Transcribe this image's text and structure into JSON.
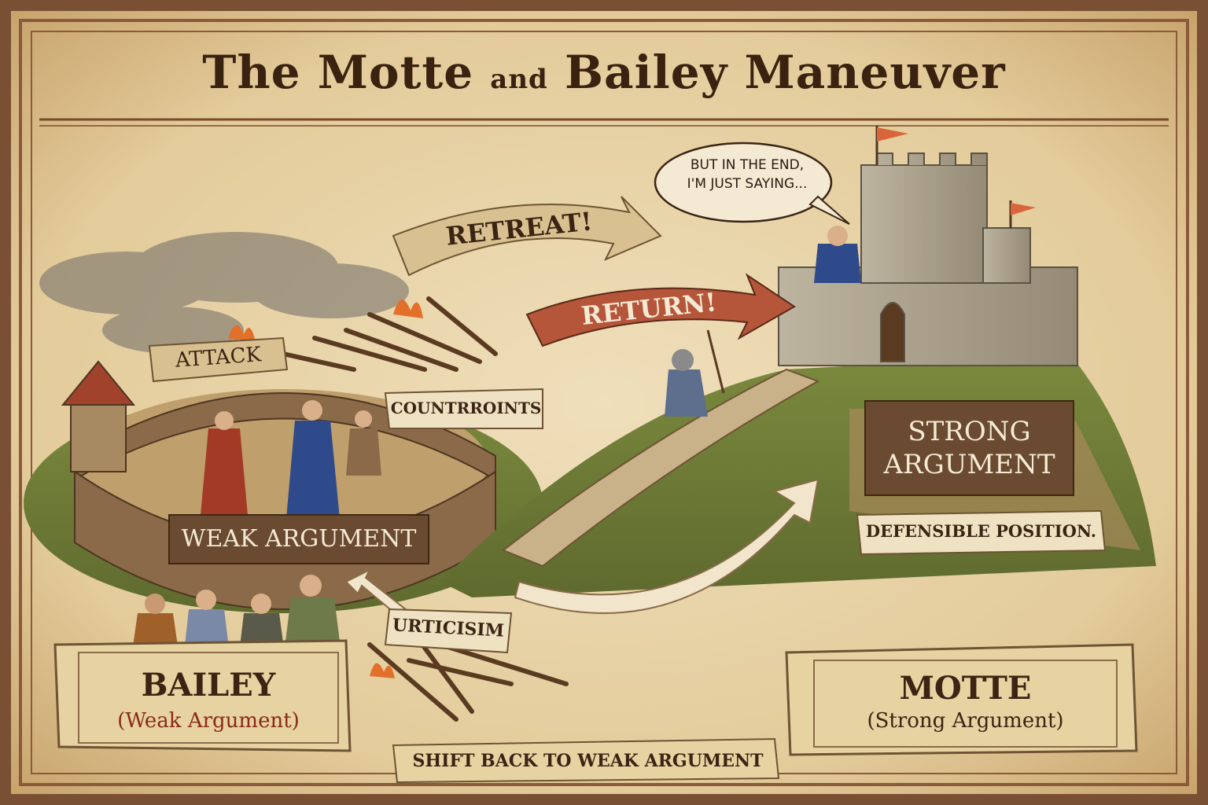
{
  "title": {
    "part1": "The Motte",
    "part2": "and",
    "part3": "Bailey Maneuver"
  },
  "speech_bubble": {
    "line1": "But in the end,",
    "line2": "I'm just saying..."
  },
  "banners": {
    "retreat": "Retreat!",
    "return": "Return!",
    "attack": "Attack",
    "counterpoints": "Countrroints",
    "criticism": "Urticisim",
    "weak_argument": "Weak Argument",
    "strong_argument_line1": "Strong",
    "strong_argument_line2": "Argument",
    "defensible_position": "Defensible Position.",
    "shift_back": "Shift back to weak argument"
  },
  "panels": {
    "bailey": {
      "title": "Bailey",
      "subtitle": "(Weak Argument)"
    },
    "motte": {
      "title": "Motte",
      "subtitle": "(Strong Argument)"
    }
  },
  "colors": {
    "parchment": "#e8d6ae",
    "border": "#8a5a3a",
    "banner_red": "#b5553a",
    "banner_tan": "#d9c090",
    "dark_plaque": "#6a4a30"
  }
}
